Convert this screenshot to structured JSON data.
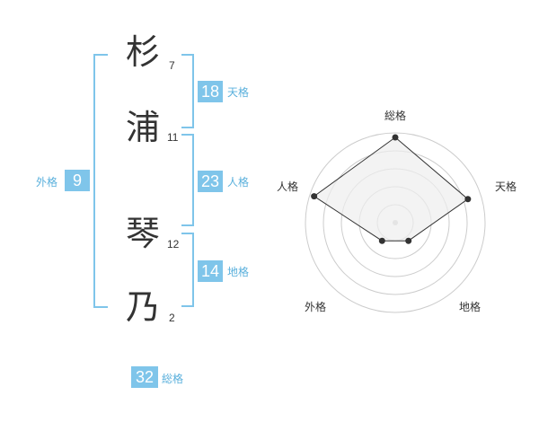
{
  "name": {
    "characters": [
      {
        "char": "杉",
        "strokes": "7"
      },
      {
        "char": "浦",
        "strokes": "11"
      },
      {
        "char": "琴",
        "strokes": "12"
      },
      {
        "char": "乃",
        "strokes": "2"
      }
    ]
  },
  "fortune": {
    "tenkaku": {
      "value": "18",
      "label": "天格"
    },
    "jinkaku": {
      "value": "23",
      "label": "人格"
    },
    "chikaku": {
      "value": "14",
      "label": "地格"
    },
    "gaikaku": {
      "value": "9",
      "label": "外格"
    },
    "soukaku": {
      "value": "32",
      "label": "総格"
    }
  },
  "radar": {
    "axes": [
      "総格",
      "天格",
      "地格",
      "外格",
      "人格"
    ],
    "values": [
      0.95,
      0.85,
      0.25,
      0.25,
      0.95
    ],
    "max": 1,
    "rings": 5,
    "colors": {
      "ring": "#cccccc",
      "fill": "#eeeeee",
      "line": "#333333",
      "point": "#333333",
      "center": "#cccccc"
    }
  }
}
